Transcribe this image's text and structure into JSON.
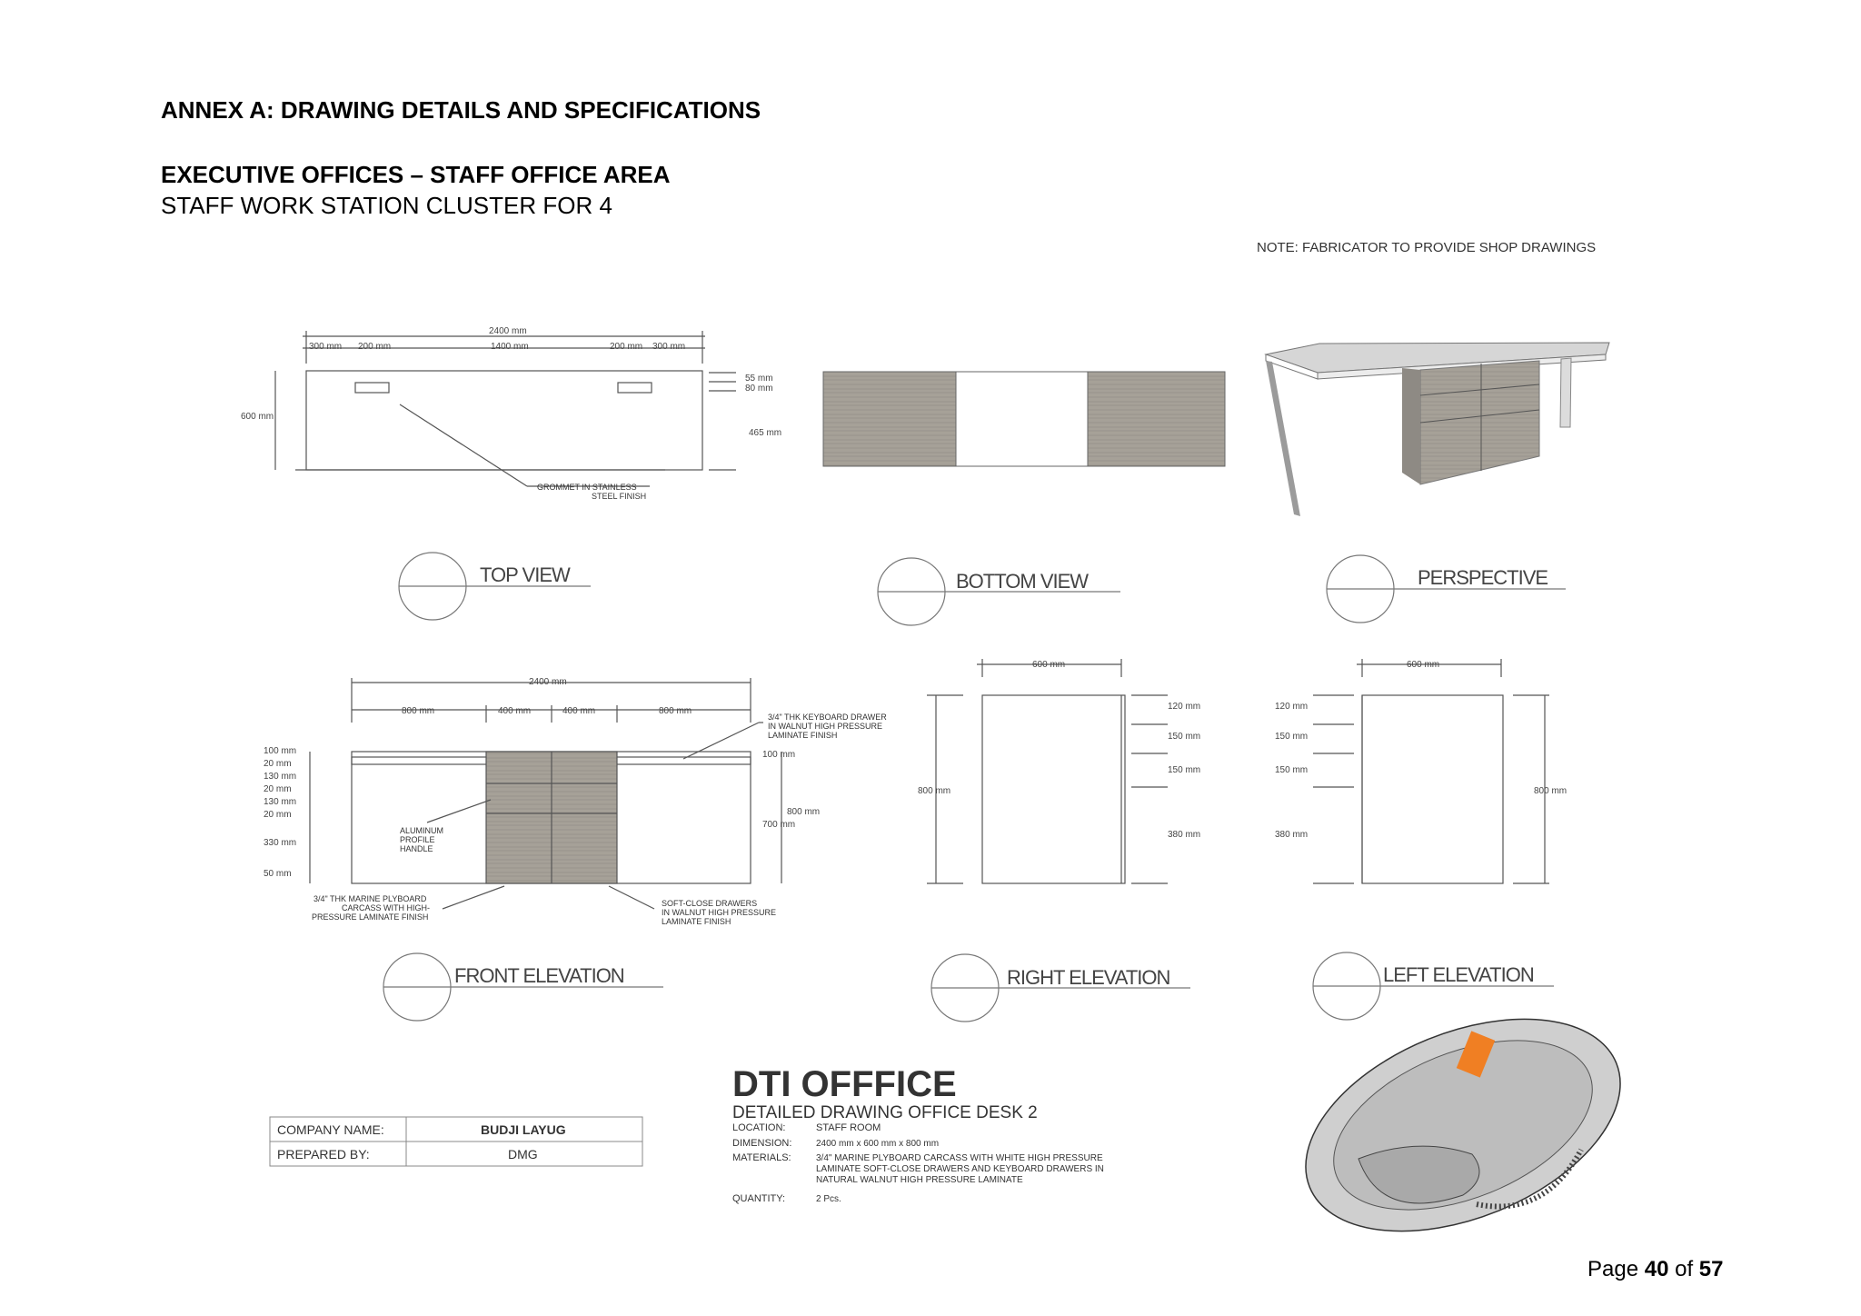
{
  "header": {
    "annex_title": "ANNEX A: DRAWING DETAILS AND SPECIFICATIONS",
    "section_title": "EXECUTIVE OFFICES – STAFF OFFICE AREA",
    "subtitle": "STAFF WORK STATION CLUSTER FOR 4"
  },
  "note": "NOTE: FABRICATOR TO PROVIDE SHOP DRAWINGS",
  "views": {
    "top": "TOP VIEW",
    "bottom": "BOTTOM VIEW",
    "perspective": "PERSPECTIVE",
    "front": "FRONT ELEVATION",
    "right": "RIGHT ELEVATION",
    "left": "LEFT ELEVATION"
  },
  "top_view": {
    "d_total": "2400 mm",
    "d_300a": "300 mm",
    "d_200a": "200 mm",
    "d_1400": "1400 mm",
    "d_200b": "200 mm",
    "d_300b": "300 mm",
    "d_600": "600 mm",
    "d_55": "55 mm",
    "d_80": "80 mm",
    "d_465": "465 mm",
    "grommet_1": "GROMMET IN STAINLESS",
    "grommet_2": "STEEL FINISH"
  },
  "front_view": {
    "d_total": "2400 mm",
    "d_800a": "800 mm",
    "d_400a": "400 mm",
    "d_400b": "400 mm",
    "d_800b": "800 mm",
    "left_dims": [
      "100 mm",
      "20 mm",
      "130 mm",
      "20 mm",
      "130 mm",
      "20 mm",
      "330 mm",
      "50 mm"
    ],
    "d_100": "100 mm",
    "d_800h": "800 mm",
    "d_700": "700 mm",
    "keyboard_1": "3/4\" THK KEYBOARD DRAWER",
    "keyboard_2": "IN WALNUT HIGH PRESSURE",
    "keyboard_3": "LAMINATE FINISH",
    "handle_1": "ALUMINUM",
    "handle_2": "PROFILE",
    "handle_3": "HANDLE",
    "carcass_1": "3/4\" THK MARINE PLYBOARD",
    "carcass_2": "CARCASS WITH HIGH-",
    "carcass_3": "PRESSURE LAMINATE FINISH",
    "drawers_1": "SOFT-CLOSE DRAWERS",
    "drawers_2": "IN WALNUT HIGH PRESSURE",
    "drawers_3": "LAMINATE FINISH"
  },
  "right_view": {
    "d_600": "600 mm",
    "d_800": "800 mm",
    "d_120": "120 mm",
    "d_150a": "150 mm",
    "d_150b": "150 mm",
    "d_380": "380 mm"
  },
  "left_view": {
    "d_600": "600 mm",
    "d_800": "800 mm",
    "d_120": "120 mm",
    "d_150a": "150 mm",
    "d_150b": "150 mm",
    "d_380": "380 mm"
  },
  "title_block": {
    "company_label": "COMPANY NAME:",
    "company_value": "BUDJI LAYUG",
    "prepared_label": "PREPARED BY:",
    "prepared_value": "DMG"
  },
  "project": {
    "title": "DTI OFFFICE",
    "subtitle": "DETAILED DRAWING OFFICE DESK 2",
    "location_label": "LOCATION:",
    "location_value": "STAFF ROOM",
    "dimension_label": "DIMENSION:",
    "dimension_value": "2400 mm x 600 mm x 800 mm",
    "materials_label": "MATERIALS:",
    "materials_1": "3/4\" MARINE PLYBOARD CARCASS WITH WHITE HIGH PRESSURE",
    "materials_2": "LAMINATE SOFT-CLOSE DRAWERS AND KEYBOARD DRAWERS IN",
    "materials_3": "NATURAL WALNUT HIGH PRESSURE LAMINATE",
    "quantity_label": "QUANTITY:",
    "quantity_value": "2 Pcs."
  },
  "footer": {
    "page_prefix": "Page ",
    "page_num": "40",
    "page_of": " of ",
    "page_total": "57"
  },
  "colors": {
    "wood": "#a49f97",
    "highlight": "#f07f23",
    "line": "#555555"
  }
}
